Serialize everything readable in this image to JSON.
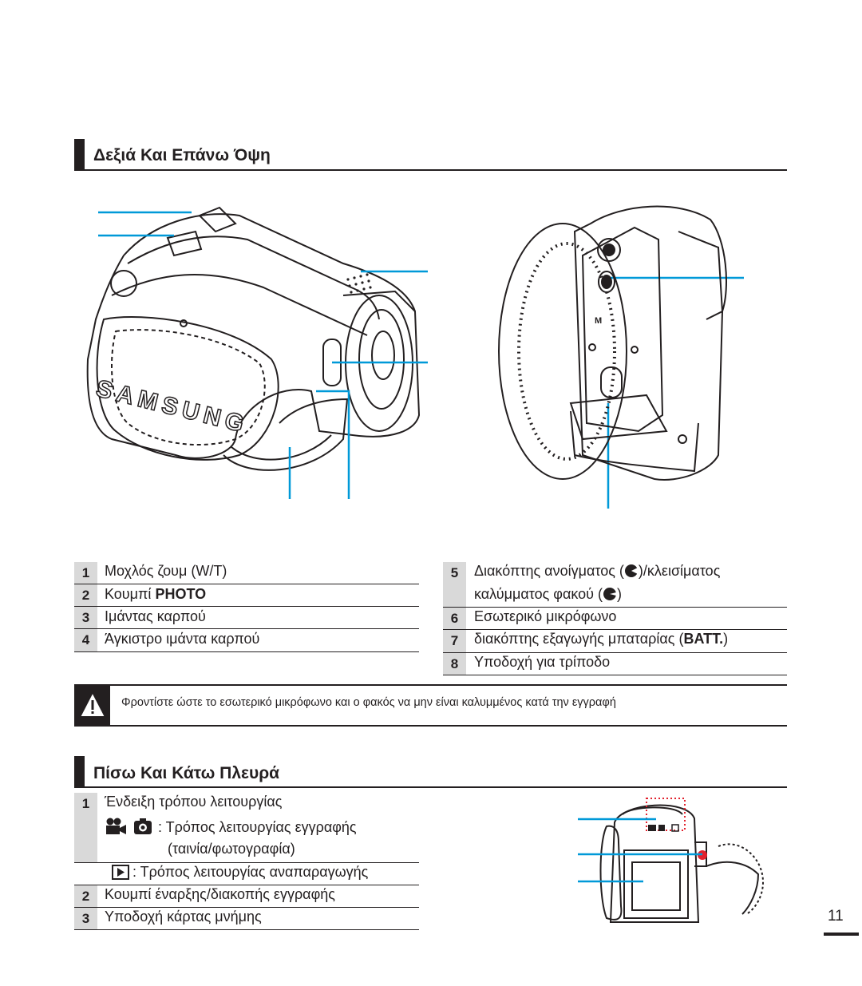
{
  "sections": {
    "top": {
      "title": "Δεξιά Και Επάνω Όψη"
    },
    "back": {
      "title": "Πίσω Και Κάτω Πλευρά"
    }
  },
  "brand_logo_text": "SAMSUNG",
  "top_items": [
    {
      "num": "1",
      "text": "Μοχλός ζουμ (W/T)"
    },
    {
      "num": "2",
      "text_before": "Κουμπί ",
      "bold": "PHOTO"
    },
    {
      "num": "3",
      "text": "Ιμάντας καρπού"
    },
    {
      "num": "4",
      "text": "Άγκιστρο ιμάντα καρπού"
    },
    {
      "num": "5",
      "line1_before": "Διακόπτης ανοίγματος (",
      "line1_after": ")/κλεισίματος",
      "line2_before": "καλύμματος φακού (",
      "line2_after": ")"
    },
    {
      "num": "6",
      "text": "Εσωτερικό μικρόφωνο"
    },
    {
      "num": "7",
      "text_before": "διακόπτης εξαγωγής μπαταρίας (",
      "bold": "BATT.",
      "text_after": ")"
    },
    {
      "num": "8",
      "text": "Υποδοχή για τρίποδο"
    }
  ],
  "warning": {
    "icon": "warning-triangle-icon",
    "text": "Φροντίστε ώστε το εσωτερικό μικρόφωνο και ο φακός να μην είναι καλυμμένος κατά την εγγραφή"
  },
  "back_items": [
    {
      "num": "1",
      "text": "Ένδειξη τρόπου λειτουργίας"
    },
    {
      "icons": [
        "movie-camera-icon",
        "photo-camera-icon"
      ],
      "text": ": Τρόπος λειτουργίας εγγραφής",
      "text2": "(ταινία/φωτογραφία)"
    },
    {
      "icons": [
        "play-icon"
      ],
      "text": ": Τρόπος λειτουργίας αναπαραγωγής"
    },
    {
      "num": "2",
      "text": "Κουμπί έναρξης/διακοπής εγγραφής"
    },
    {
      "num": "3",
      "text": "Υποδοχή κάρτας μνήμης"
    }
  ],
  "page_number": "11",
  "colors": {
    "callout": "#0099d8",
    "text": "#231f20",
    "number_cell": "#d9d9d9",
    "record_button": "#e2212d"
  }
}
